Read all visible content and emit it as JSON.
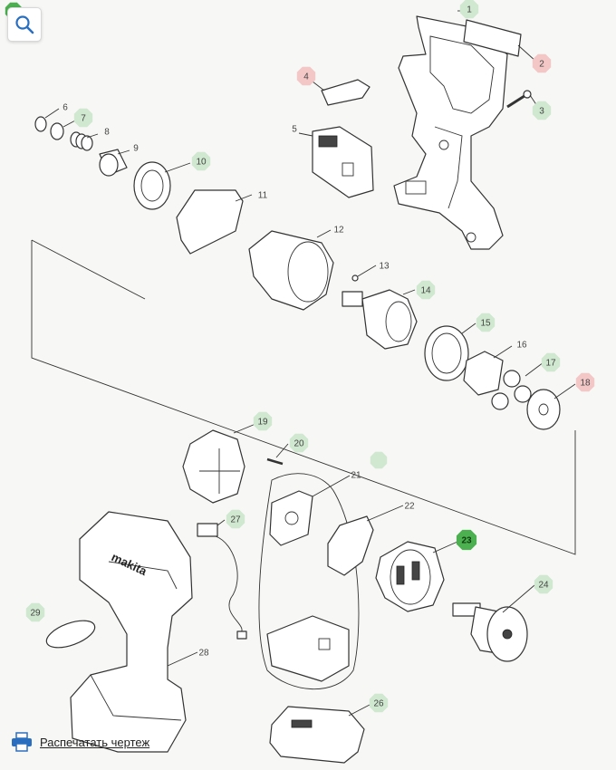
{
  "print_label": "Распечатать чертеж",
  "logo_text": "makita",
  "badge_colors": {
    "green": "#cfe8cf",
    "red": "#f4c7c7",
    "active_green": "#4caf50"
  },
  "callouts": [
    {
      "id": "1",
      "state": "green"
    },
    {
      "id": "2",
      "state": "red"
    },
    {
      "id": "3",
      "state": "green"
    },
    {
      "id": "4",
      "state": "red"
    },
    {
      "id": "5",
      "state": "none"
    },
    {
      "id": "6",
      "state": "none"
    },
    {
      "id": "7",
      "state": "green"
    },
    {
      "id": "8",
      "state": "none"
    },
    {
      "id": "9",
      "state": "none"
    },
    {
      "id": "10",
      "state": "green"
    },
    {
      "id": "11",
      "state": "none"
    },
    {
      "id": "12",
      "state": "none"
    },
    {
      "id": "13",
      "state": "none"
    },
    {
      "id": "14",
      "state": "green"
    },
    {
      "id": "15",
      "state": "green"
    },
    {
      "id": "16",
      "state": "none"
    },
    {
      "id": "17",
      "state": "green"
    },
    {
      "id": "18",
      "state": "red"
    },
    {
      "id": "19",
      "state": "green"
    },
    {
      "id": "20",
      "state": "green"
    },
    {
      "id": "21",
      "state": "none"
    },
    {
      "id": "22",
      "state": "none"
    },
    {
      "id": "23",
      "state": "active"
    },
    {
      "id": "24",
      "state": "green"
    },
    {
      "id": "26",
      "state": "green"
    },
    {
      "id": "27",
      "state": "green"
    },
    {
      "id": "28",
      "state": "none"
    },
    {
      "id": "29",
      "state": "green"
    }
  ]
}
